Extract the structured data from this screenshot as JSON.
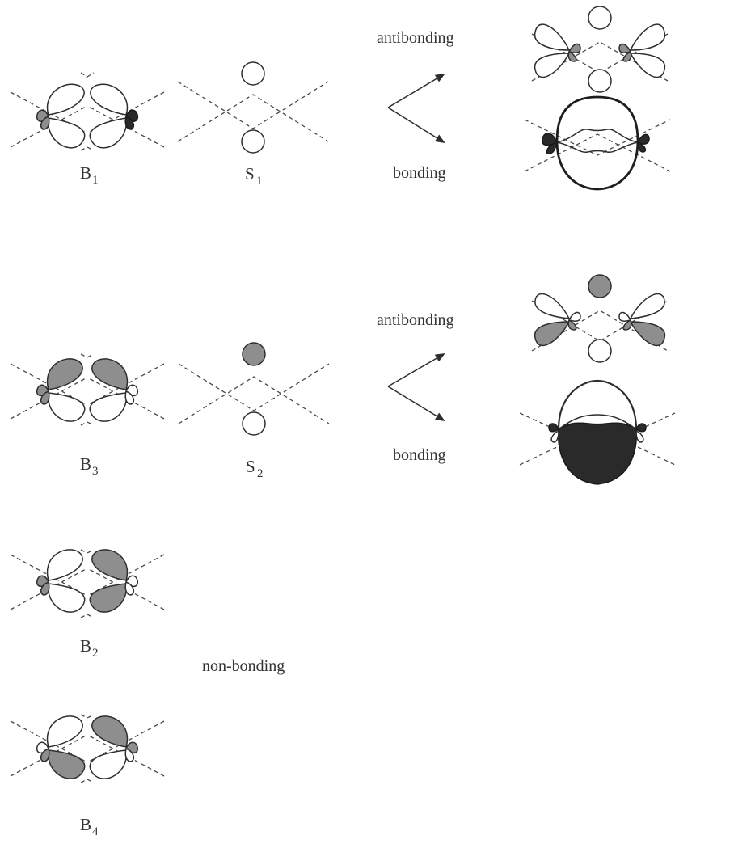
{
  "labels": {
    "b1": "B",
    "b1_sub": "1",
    "s1": "S",
    "s1_sub": "1",
    "b3": "B",
    "b3_sub": "3",
    "s2": "S",
    "s2_sub": "2",
    "b2": "B",
    "b2_sub": "2",
    "b4": "B",
    "b4_sub": "4"
  },
  "words": {
    "antibonding_top": "antibonding",
    "bonding_top": "bonding",
    "antibonding_mid": "antibonding",
    "bonding_mid": "bonding",
    "non_bonding": "non-bonding"
  },
  "colors": {
    "shaded_lobe": "#8e8e8e",
    "dark_lobe": "#2a2a2a",
    "line": "#2e2e2e"
  }
}
